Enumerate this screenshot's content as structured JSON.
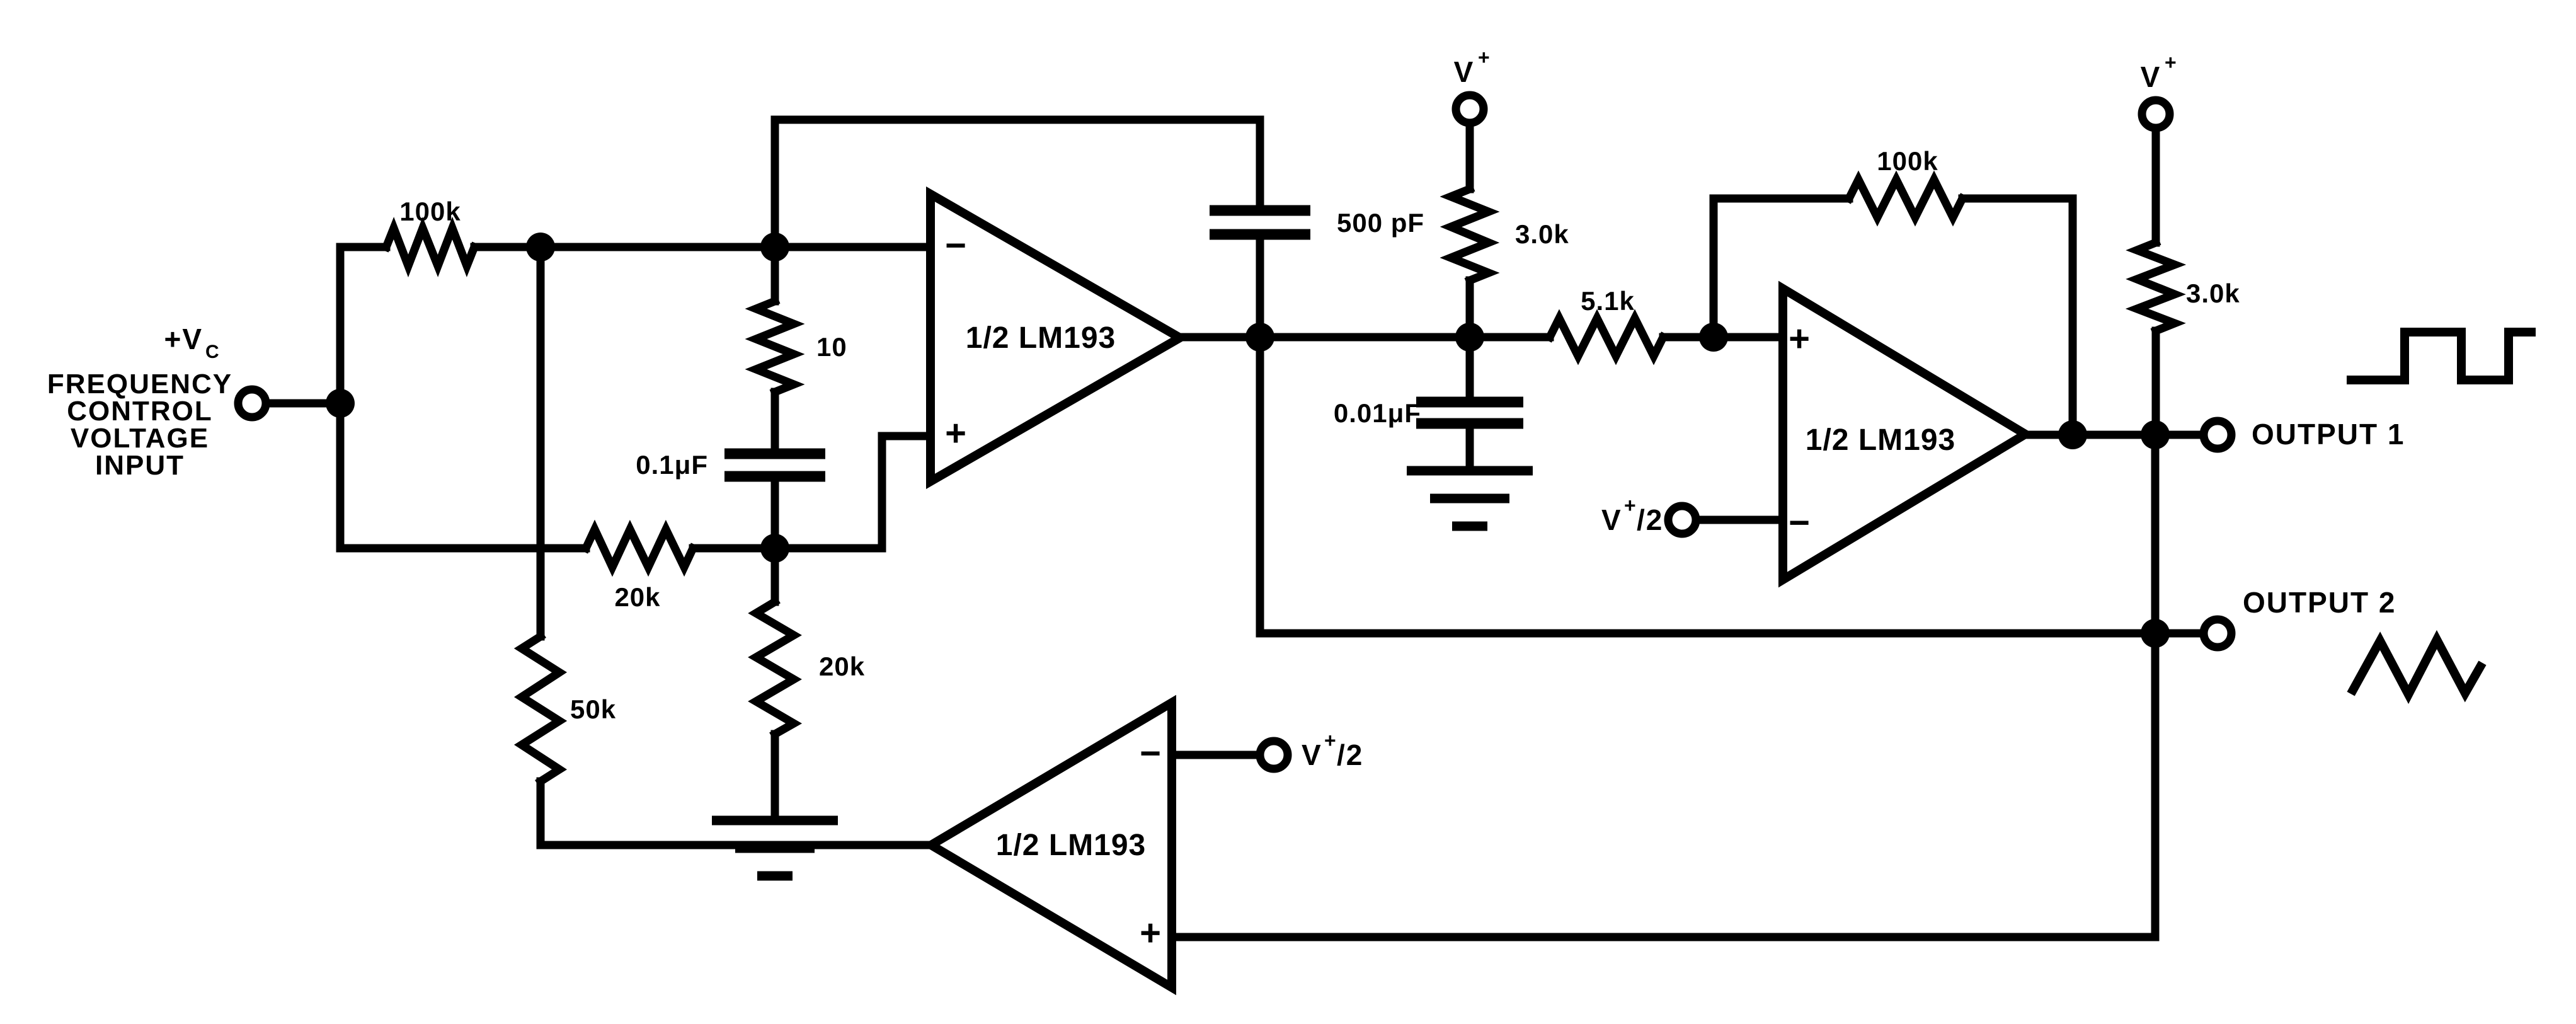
{
  "colors": {
    "ink": "#000000",
    "paper": "#ffffff"
  },
  "input": {
    "symbol_prefix": "+V",
    "symbol_sub": "C",
    "desc_lines": [
      "FREQUENCY",
      "CONTROL",
      "VOLTAGE",
      "INPUT"
    ]
  },
  "opamp_label": "1/2 LM193",
  "components": {
    "r_input": "100k",
    "r_series": "10",
    "c_integrator": "0.1μF",
    "r_20k_h": "20k",
    "r_20k_v": "20k",
    "r_50k": "50k",
    "c_feedback": "500 pF",
    "r_3k_left": "3.0k",
    "c_filter": "0.01μF",
    "r_5k1": "5.1k",
    "r_100k_fb": "100k",
    "r_3k_right": "3.0k"
  },
  "power": {
    "v": "V",
    "plus": "+",
    "half": "/2"
  },
  "outputs": {
    "out1": "OUTPUT 1",
    "out2": "OUTPUT 2"
  },
  "signs": {
    "plus": "+",
    "minus": "−"
  }
}
